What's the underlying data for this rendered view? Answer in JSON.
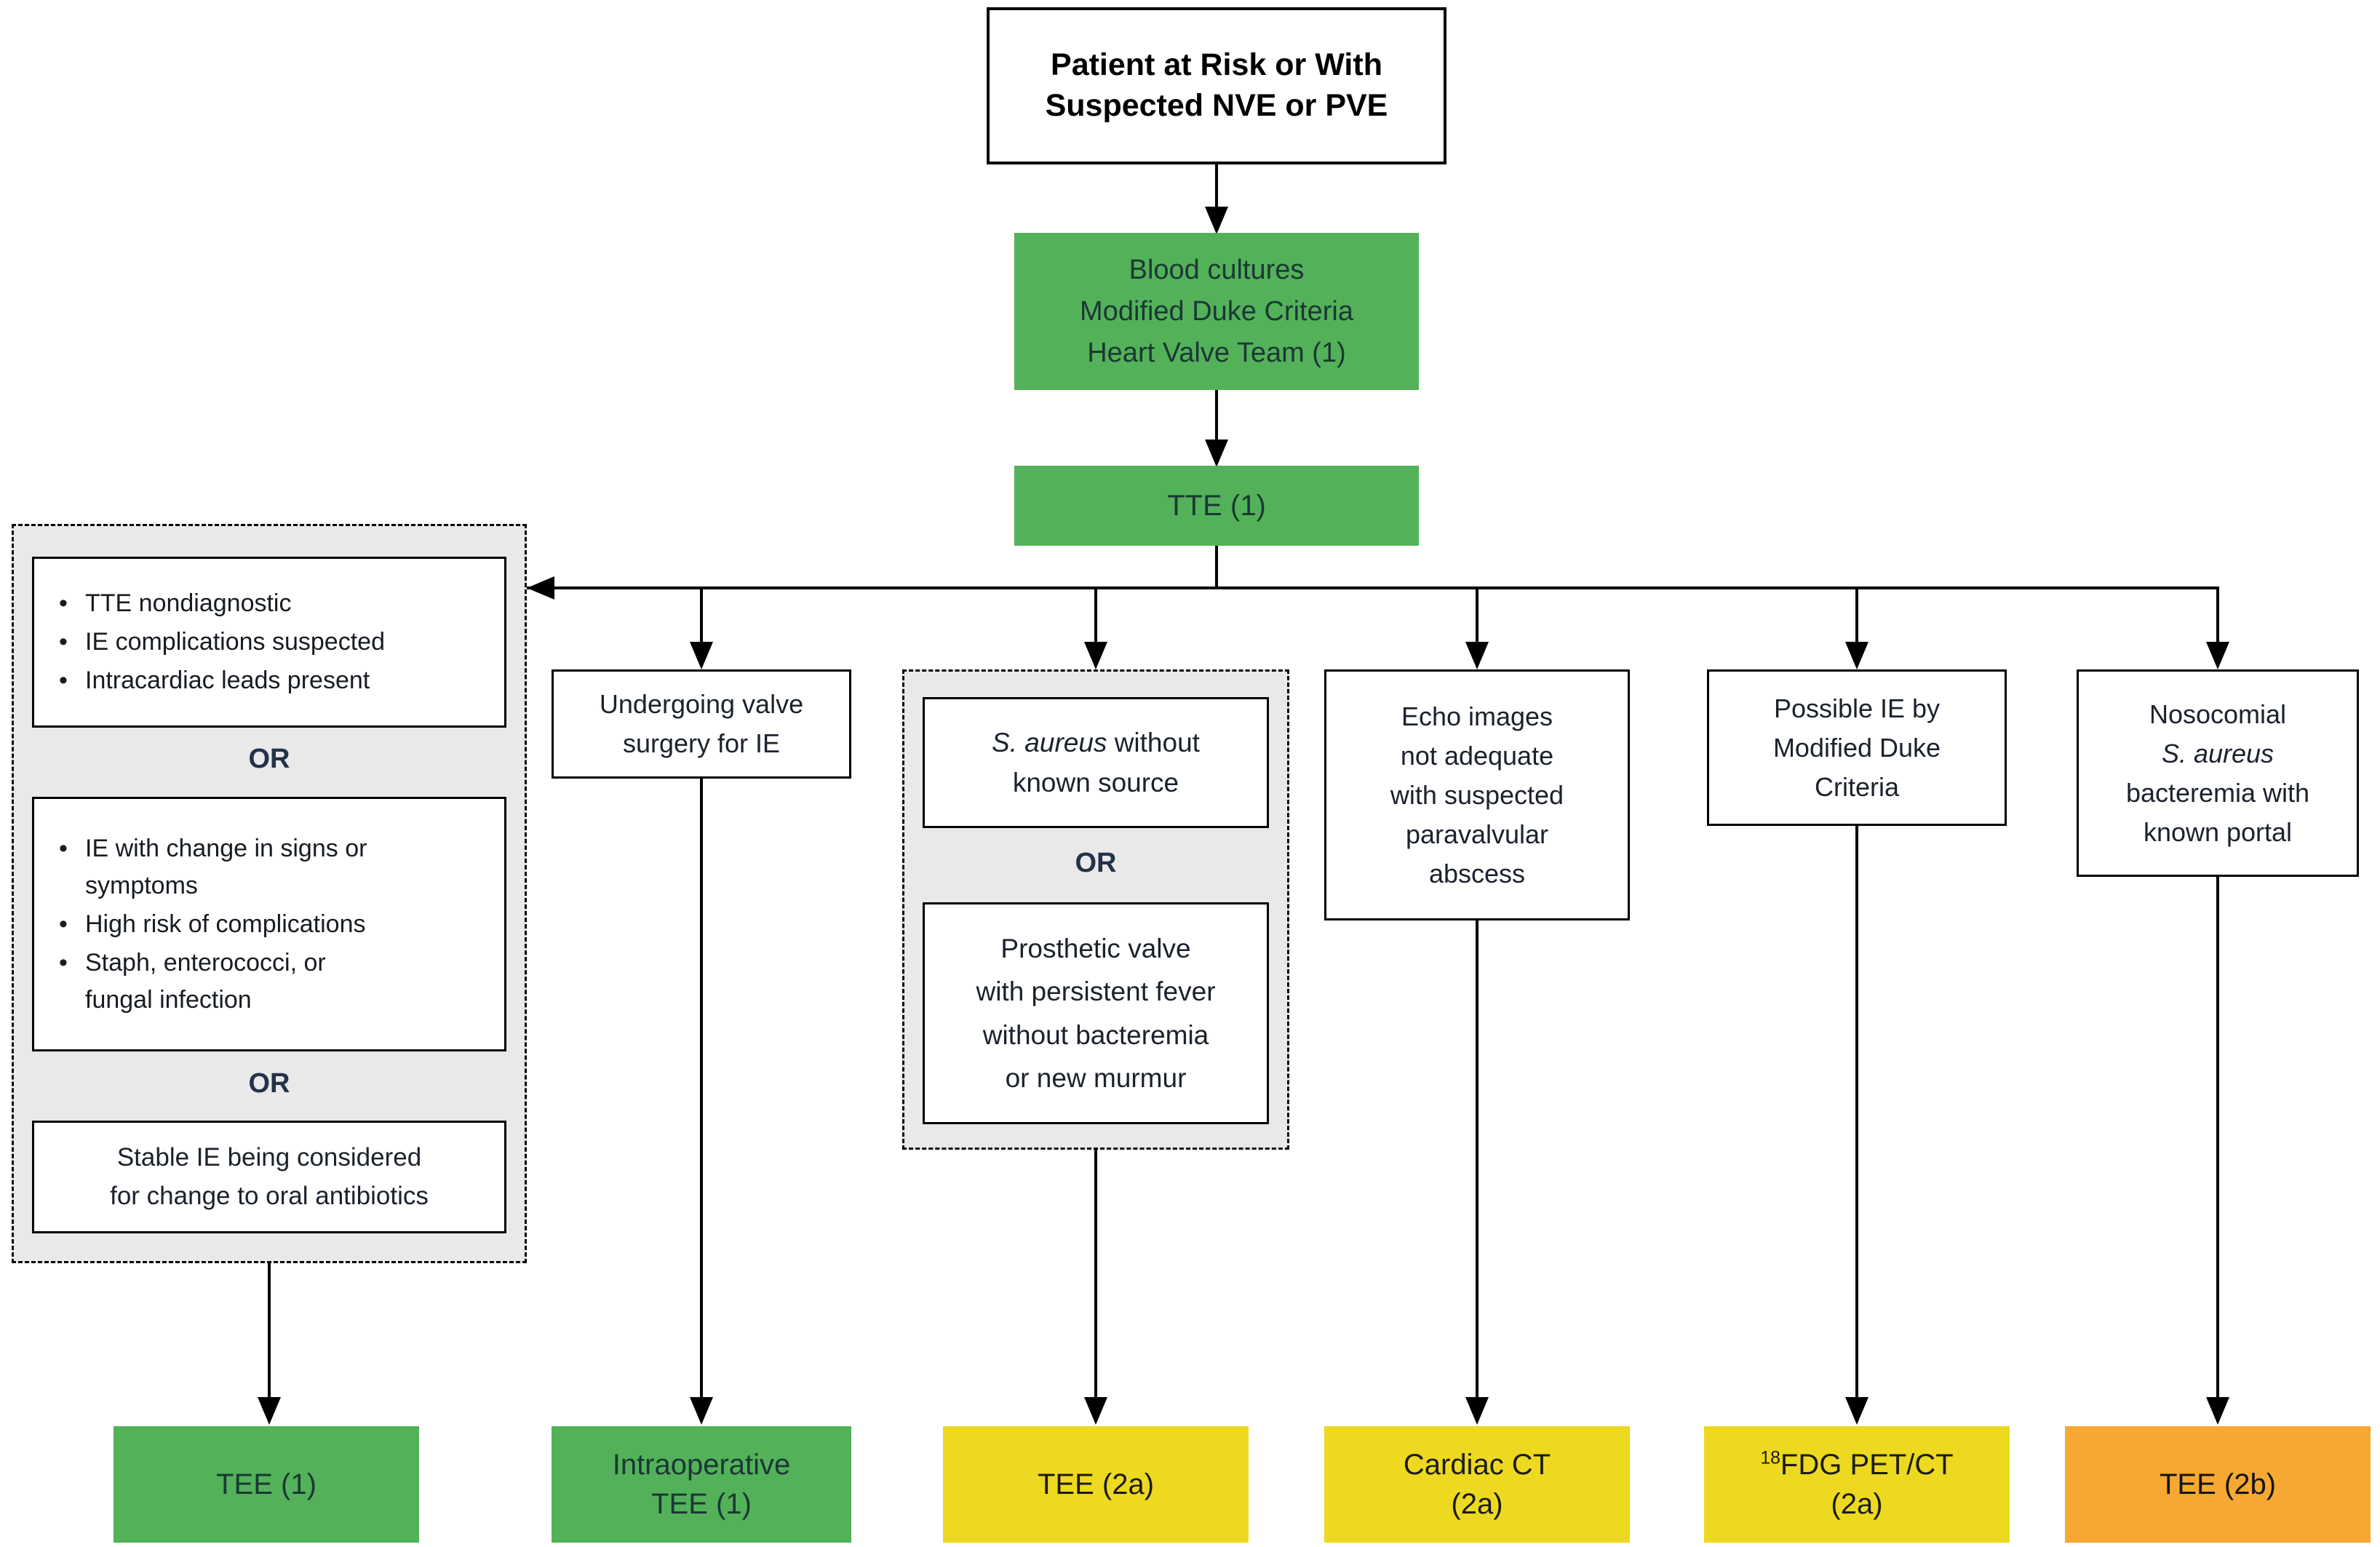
{
  "colors": {
    "green": "#53b15a",
    "yellow": "#edd91f",
    "orange": "#f6a832",
    "panel": "#e9e9e9",
    "green_text": "#1a3833",
    "or_text": "#243249",
    "line": "#000000"
  },
  "labels": {
    "or": "OR"
  },
  "flow": {
    "start": {
      "lines": [
        "Patient at Risk or With",
        "Suspected NVE or PVE"
      ]
    },
    "workup": {
      "lines": [
        "Blood cultures",
        "Modified Duke Criteria",
        "Heart Valve Team (1)"
      ]
    },
    "tte": {
      "text": "TTE (1)"
    }
  },
  "branches": [
    {
      "criteria": {
        "box1": {
          "items": [
            "TTE nondiagnostic",
            "IE complications suspected",
            "Intracardiac leads present"
          ]
        },
        "box2": {
          "items": [
            {
              "lines": [
                "IE with change in signs or",
                "symptoms"
              ]
            },
            {
              "lines": [
                "High risk of complications"
              ]
            },
            {
              "lines": [
                "Staph, enterococci, or",
                "fungal infection"
              ]
            }
          ]
        },
        "box3": {
          "lines": [
            "Stable IE being considered",
            "for change to oral antibiotics"
          ]
        }
      },
      "result": {
        "text": "TEE (1)"
      }
    },
    {
      "criteria": {
        "lines": [
          "Undergoing valve",
          "surgery for IE"
        ]
      },
      "result": {
        "lines": [
          "Intraoperative",
          "TEE (1)"
        ]
      }
    },
    {
      "criteria": {
        "box1": {
          "italic": "S. aureus",
          "rest": " without",
          "line2": "known source"
        },
        "box2": {
          "lines": [
            "Prosthetic valve",
            "with persistent fever",
            "without bacteremia",
            "or new murmur"
          ]
        }
      },
      "result": {
        "text": "TEE (2a)"
      }
    },
    {
      "criteria": {
        "lines": [
          "Echo images",
          "not adequate",
          "with suspected",
          "paravalvular",
          "abscess"
        ]
      },
      "result": {
        "lines": [
          "Cardiac CT",
          "(2a)"
        ]
      }
    },
    {
      "criteria": {
        "lines": [
          "Possible IE by",
          "Modified Duke",
          "Criteria"
        ]
      },
      "result": {
        "sup": "18",
        "rest": "FDG PET/CT",
        "line2": "(2a)"
      }
    },
    {
      "criteria": {
        "line1": "Nosocomial",
        "italic": "S. aureus",
        "line3": "bacteremia with",
        "line4": "known portal"
      },
      "result": {
        "text": "TEE (2b)"
      }
    }
  ]
}
